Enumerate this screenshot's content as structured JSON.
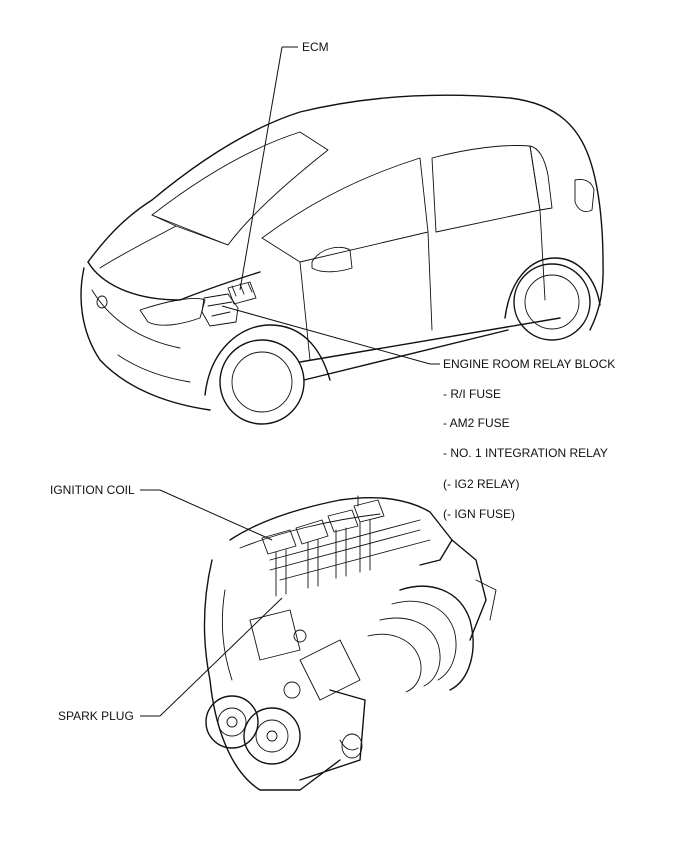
{
  "labels": {
    "ecm": "ECM",
    "relay_block": "ENGINE ROOM RELAY BLOCK",
    "ri_fuse": "- R/I FUSE",
    "am2_fuse": "- AM2 FUSE",
    "integration_relay": "- NO. 1 INTEGRATION RELAY",
    "ig2_relay": "(- IG2 RELAY)",
    "ign_fuse": "(- IGN FUSE)",
    "ignition_coil": "IGNITION COIL",
    "spark_plug": "SPARK PLUG"
  },
  "colors": {
    "line": "#111111",
    "background": "#ffffff"
  }
}
